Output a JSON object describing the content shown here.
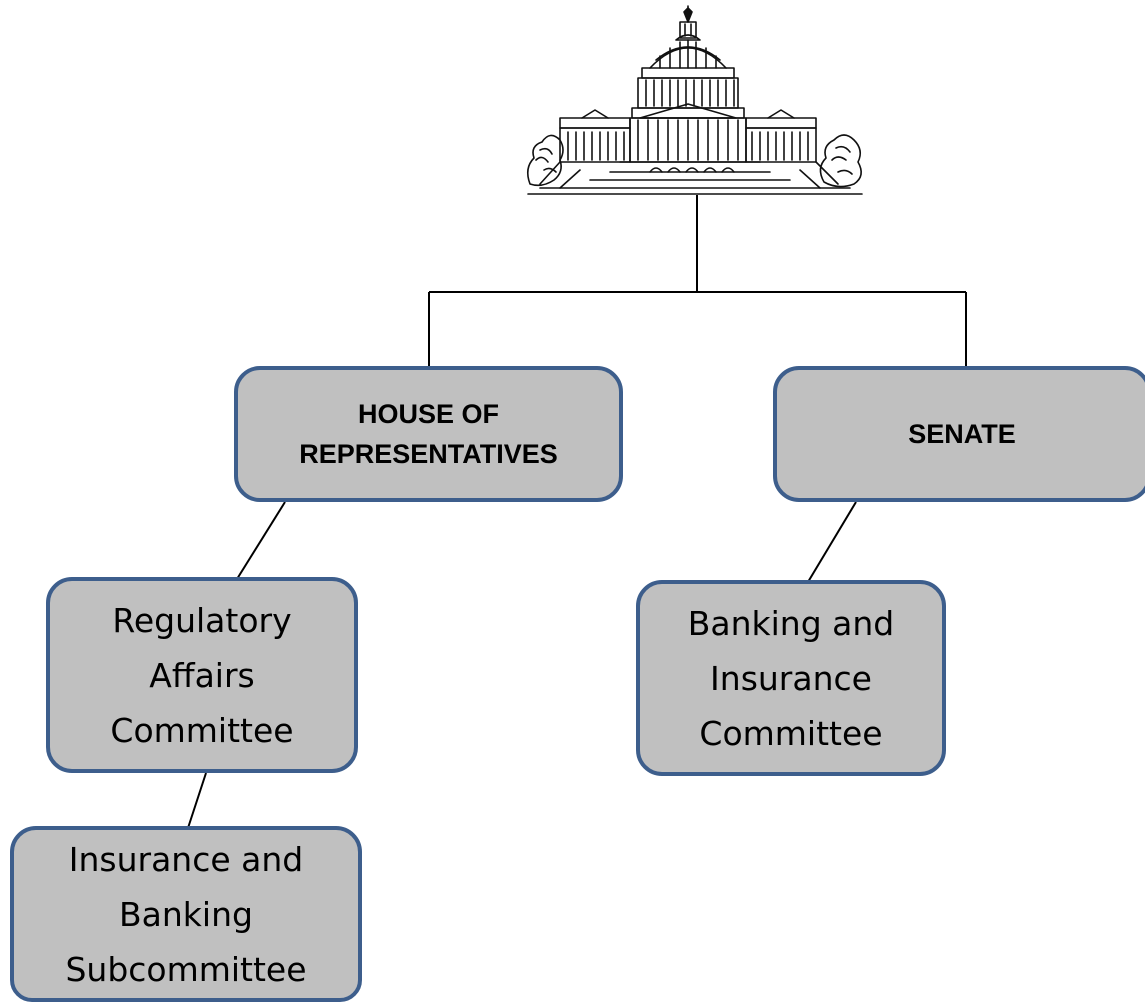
{
  "diagram": {
    "root": {
      "icon": "capitol-building-icon"
    },
    "chambers": {
      "house": {
        "label": "HOUSE OF\nREPRESENTATIVES"
      },
      "senate": {
        "label": "SENATE"
      }
    },
    "committees": {
      "house_committee": {
        "label": "Regulatory\nAffairs\nCommittee"
      },
      "house_subcommittee": {
        "label": "Insurance and\nBanking\nSubcommittee"
      },
      "senate_committee": {
        "label": "Banking and\nInsurance\nCommittee"
      }
    }
  },
  "colors": {
    "box_fill": "#c0c0c0",
    "box_border": "#3d5e8c",
    "connector": "#000000"
  }
}
